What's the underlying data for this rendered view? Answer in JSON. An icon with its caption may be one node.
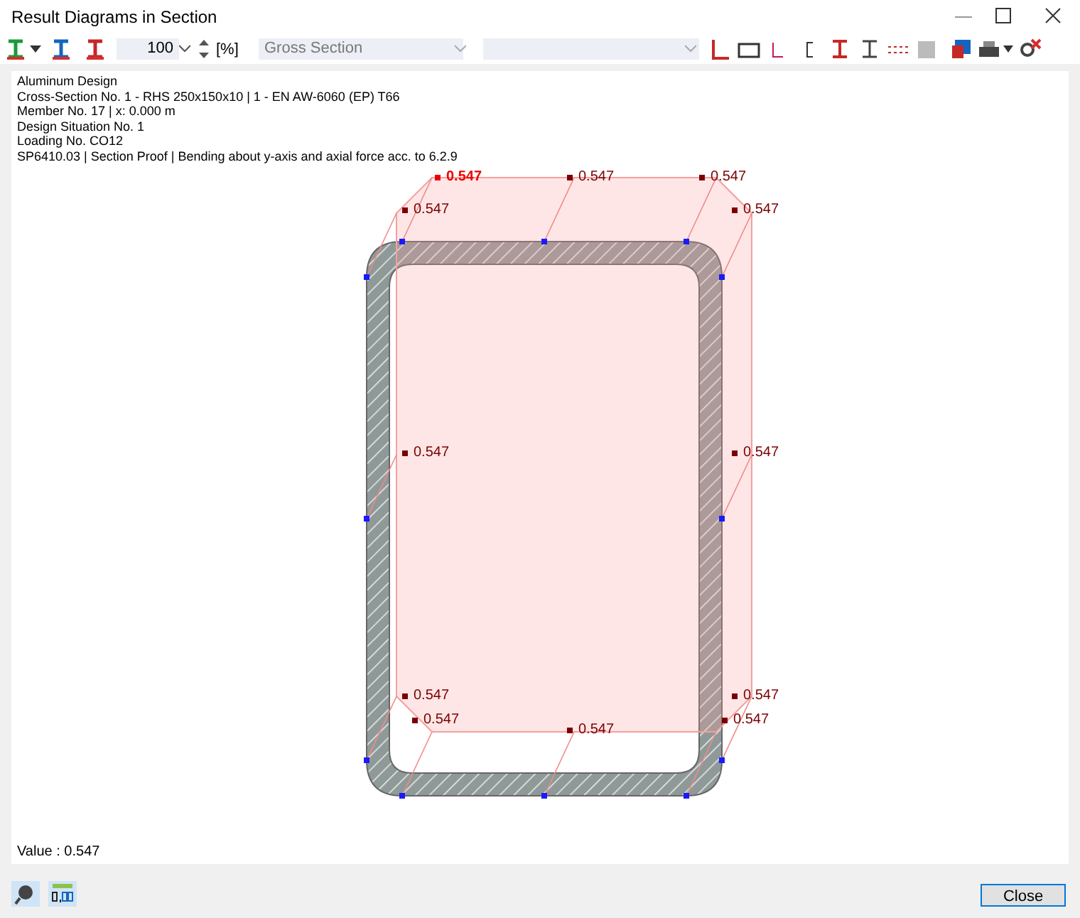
{
  "diagram": {
    "title": "Result Diagrams in Section",
    "labels": [
      "100",
      "[%]",
      "Gross Section",
      "Aluminum Design",
      "Cross-Section No. 1 - RHS 250x150x10 | 1 - EN AW-6060 (EP) T66",
      "Member No. 17 | x: 0.000 m",
      "Design Situation No. 1",
      "Loading No. CO12",
      "SP6410.03 | Section Proof | Bending about y-axis and axial force acc. to 6.2.9",
      "0.547",
      "0.547",
      "0.547",
      "0.547",
      "0.547",
      "0.547",
      "0.547",
      "0.547",
      "0.547",
      "0.547",
      "0.547",
      "0.547",
      "Value : 0.547",
      "Close"
    ]
  }
}
